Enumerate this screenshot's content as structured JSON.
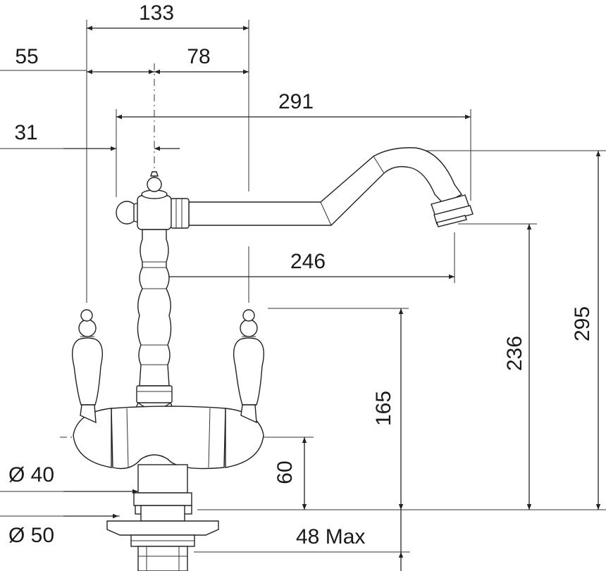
{
  "dimensions": {
    "overall_width": "133",
    "left_offset": "55",
    "right_offset": "78",
    "spout_reach": "291",
    "spout_offset": "31",
    "spout_outlet_reach": "246",
    "handle_height": "165",
    "outlet_height": "236",
    "total_height": "295",
    "body_height": "60",
    "shank_diameter": "Ø 40",
    "flange_diameter": "Ø 50",
    "max_thickness": "48 Max"
  }
}
